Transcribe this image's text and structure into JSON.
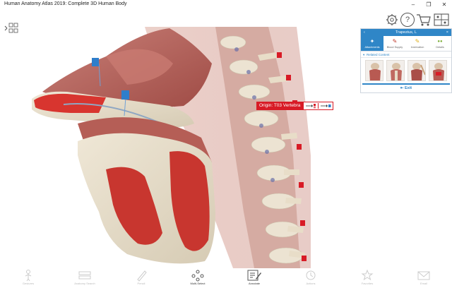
{
  "window": {
    "title": "Human Anatomy Atlas 2019: Complete 3D Human Body",
    "minimize_glyph": "–",
    "restore_glyph": "❐",
    "close_glyph": "✕"
  },
  "top_icons": [
    "gear-icon",
    "help-icon",
    "cart-icon",
    "view-layout-icon"
  ],
  "help_glyph": "?",
  "panel": {
    "title": "Trapezius, L",
    "left_glyph": "‹",
    "right_glyph": "×",
    "tabs": [
      {
        "label": "Attachments",
        "glyph": "✦",
        "color": "#ffffff"
      },
      {
        "label": "Blood Supply",
        "glyph": "✎",
        "color": "#c0392b"
      },
      {
        "label": "Innervation",
        "glyph": "✎",
        "color": "#e0b020"
      },
      {
        "label": "Details",
        "glyph": "●●",
        "color": "#7fb03a"
      }
    ],
    "related_label": "Related Content",
    "exit_label": "Exit"
  },
  "callout": {
    "label": "Origin: T03 Vertebra"
  },
  "toolbar": {
    "items": [
      {
        "label": "Gestures",
        "name": "gestures",
        "active": false
      },
      {
        "label": "Anatomy Search",
        "name": "anatomy-search",
        "active": false
      },
      {
        "label": "Pencil",
        "name": "pencil",
        "active": false
      },
      {
        "label": "Multi-Select",
        "name": "multi-select",
        "active": true
      },
      {
        "label": "Annotate",
        "name": "annotate",
        "active": true
      },
      {
        "label": "Actions",
        "name": "actions",
        "active": false
      },
      {
        "label": "Favorites",
        "name": "favorites",
        "active": false
      },
      {
        "label": "Email",
        "name": "email",
        "active": false
      }
    ]
  },
  "colors": {
    "accent": "#2f86c7",
    "muscle": "#b85a52",
    "tendon": "#ece5d6",
    "attachment": "#d81b26",
    "pin_blue": "#2f7ecb"
  }
}
